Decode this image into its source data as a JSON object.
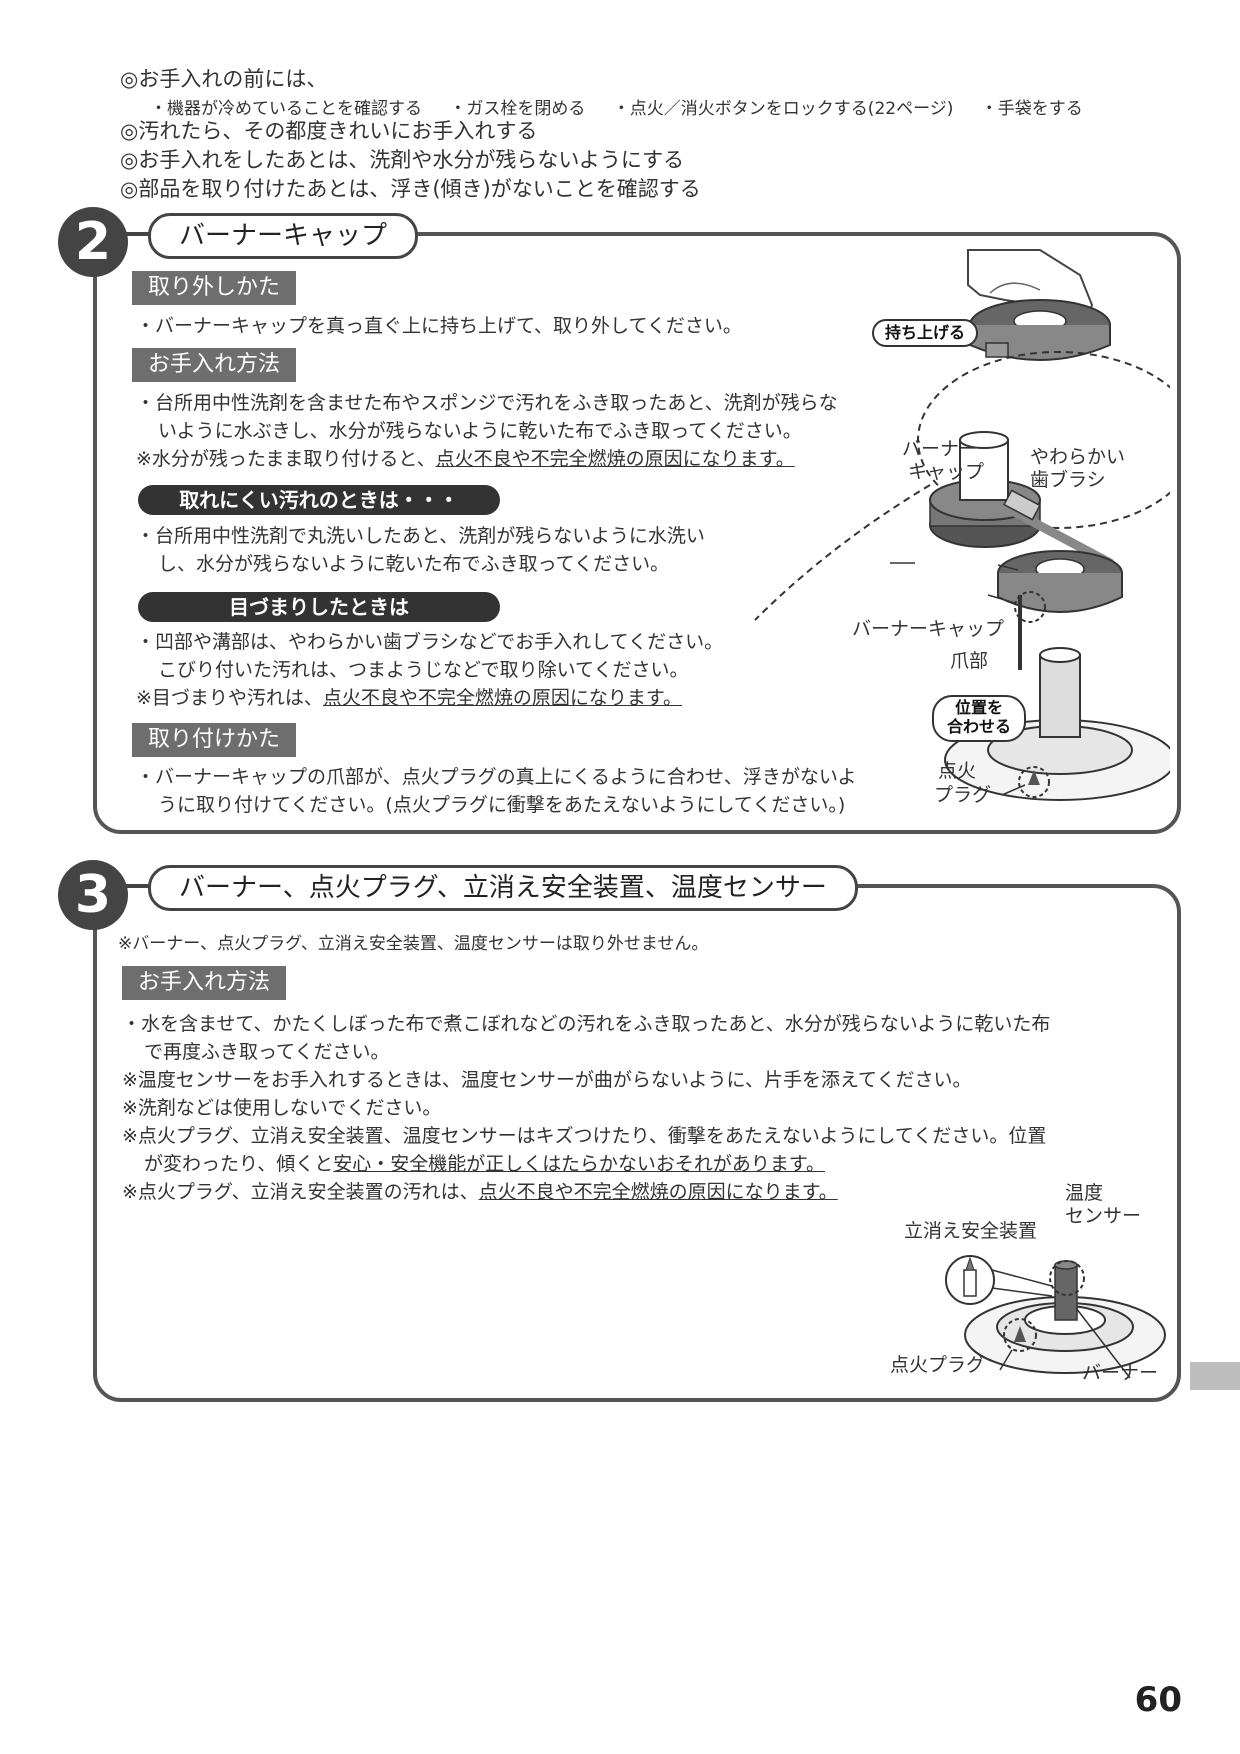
{
  "intro": {
    "line1": "◎お手入れの前には、",
    "sub": [
      "・機器が冷めていることを確認する",
      "・ガス栓を閉める",
      "・点火／消火ボタンをロックする(22ページ)",
      "・手袋をする"
    ],
    "line2": "◎汚れたら、その都度きれいにお手入れする",
    "line3": "◎お手入れをしたあとは、洗剤や水分が残らないようにする",
    "line4": "◎部品を取り付けたあとは、浮き(傾き)がないことを確認する"
  },
  "section2": {
    "number": "2",
    "title": "バーナーキャップ",
    "remove_label": "取り外しかた",
    "remove_text": "・バーナーキャップを真っ直ぐ上に持ち上げて、取り外してください。",
    "care_label": "お手入れ方法",
    "care_text1": "・台所用中性洗剤を含ませた布やスポンジで汚れをふき取ったあと、洗剤が残らな",
    "care_text2": "いように水ぶきし、水分が残らないように乾いた布でふき取ってください。",
    "care_note_a": "※水分が残ったまま取り付けると、",
    "care_note_b": "点火不良や不完全燃焼の原因になります。",
    "stubborn_label": "取れにくい汚れのときは・・・",
    "stubborn_text1": "・台所用中性洗剤で丸洗いしたあと、洗剤が残らないように水洗い",
    "stubborn_text2": "し、水分が残らないように乾いた布でふき取ってください。",
    "clog_label": "目づまりしたときは",
    "clog_text1": "・凹部や溝部は、やわらかい歯ブラシなどでお手入れしてください。",
    "clog_text2": "こびり付いた汚れは、つまようじなどで取り除いてください。",
    "clog_note_a": "※目づまりや汚れは、",
    "clog_note_b": "点火不良や不完全燃焼の原因になります。",
    "attach_label": "取り付けかた",
    "attach_text1": "・バーナーキャップの爪部が、点火プラグの真上にくるように合わせ、浮きがないよ",
    "attach_text2": "うに取り付けてください。(点火プラグに衝撃をあたえないようにしてください。)",
    "fig_lift": "持ち上げる",
    "fig_cap1": "バーナー",
    "fig_cap2": "キャップ",
    "fig_brush1": "やわらかい",
    "fig_brush2": "歯ブラシ",
    "fig_cap_full": "バーナーキャップ",
    "fig_claw": "爪部",
    "fig_align1": "位置を",
    "fig_align2": "合わせる",
    "fig_plug1": "点火",
    "fig_plug2": "プラグ"
  },
  "section3": {
    "number": "3",
    "title": "バーナー、点火プラグ、立消え安全装置、温度センサー",
    "note": "※バーナー、点火プラグ、立消え安全装置、温度センサーは取り外せません。",
    "care_label": "お手入れ方法",
    "t1": "・水を含ませて、かたくしぼった布で煮こぼれなどの汚れをふき取ったあと、水分が残らないように乾いた布",
    "t2": "で再度ふき取ってください。",
    "t3": "※温度センサーをお手入れするときは、温度センサーが曲がらないように、片手を添えてください。",
    "t4": "※洗剤などは使用しないでください。",
    "t5": "※点火プラグ、立消え安全装置、温度センサーはキズつけたり、衝撃をあたえないようにしてください。位置",
    "t6a": "が変わったり、傾くと",
    "t6b": "安心・安全機能が正しくはたらかないおそれがあります。",
    "t7a": "※点火プラグ、立消え安全装置の汚れは、",
    "t7b": "点火不良や不完全燃焼の原因になります。",
    "fig_temp1": "温度",
    "fig_temp2": "センサー",
    "fig_safety": "立消え安全装置",
    "fig_plug": "点火プラグ",
    "fig_burner": "バーナー"
  },
  "page_number": "60"
}
